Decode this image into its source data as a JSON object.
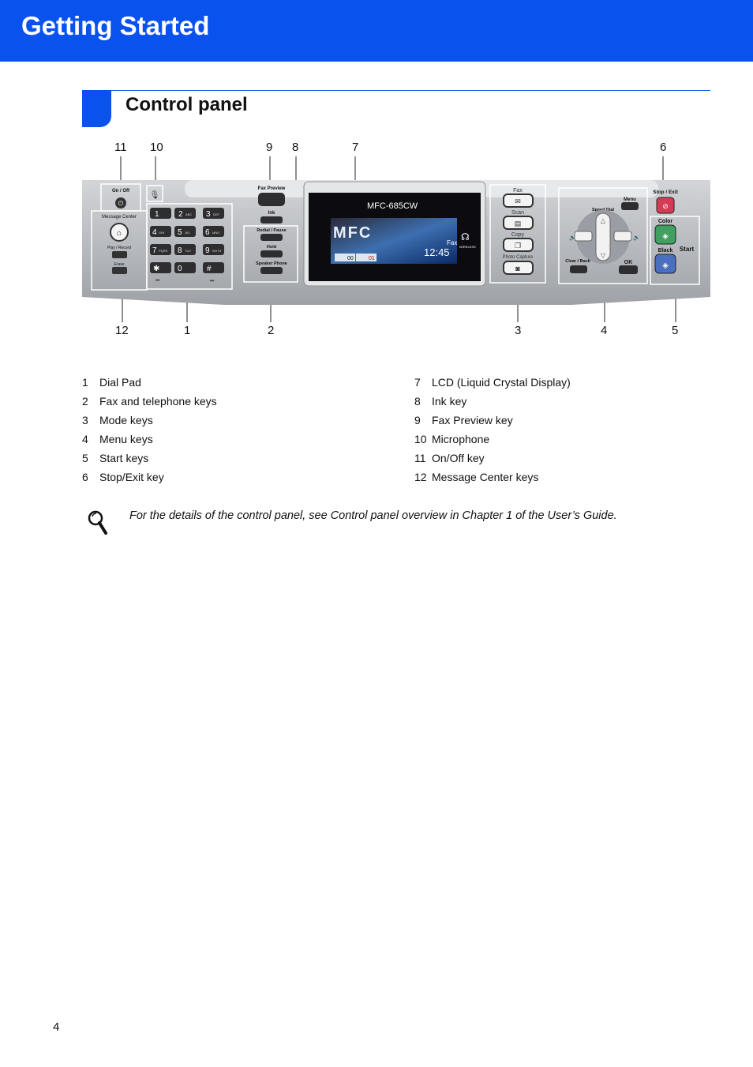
{
  "header": {
    "title": "Getting Started"
  },
  "section": {
    "title": "Control panel"
  },
  "callouts_top": [
    "11",
    "10",
    "9",
    "8",
    "7",
    "6"
  ],
  "callouts_bottom": [
    "12",
    "1",
    "2",
    "3",
    "4",
    "5"
  ],
  "panel": {
    "on_off": "On / Off",
    "message_center": "Message Center",
    "play_record": "Play / Record",
    "erase": "Erase",
    "fax_preview": "Fax Preview",
    "ink": "Ink",
    "redial_pause": "Redial / Pause",
    "hold": "Hold",
    "speaker_phone": "Speaker Phone",
    "model": "MFC-685CW",
    "lcd_brand": "MFC",
    "lcd_fax": "Fax",
    "lcd_time": "12:45",
    "lcd_wireless": "WIRELESS",
    "lcd_count1": "00",
    "lcd_count2": "01",
    "mode_fax": "Fax",
    "mode_scan": "Scan",
    "mode_copy": "Copy",
    "mode_photo": "Photo Capture",
    "menu": "Menu",
    "speed_dial": "Speed Dial",
    "clear_back": "Clear / Back",
    "ok": "OK",
    "stop_exit": "Stop / Exit",
    "color": "Color",
    "black": "Black",
    "start": "Start",
    "keys": [
      {
        "digit": "1",
        "letters": ""
      },
      {
        "digit": "2",
        "letters": "ABC"
      },
      {
        "digit": "3",
        "letters": "DEF"
      },
      {
        "digit": "4",
        "letters": "GHI"
      },
      {
        "digit": "5",
        "letters": "JKL"
      },
      {
        "digit": "6",
        "letters": "MNO"
      },
      {
        "digit": "7",
        "letters": "PQRS"
      },
      {
        "digit": "8",
        "letters": "TUV"
      },
      {
        "digit": "9",
        "letters": "WXYZ"
      },
      {
        "digit": "✱",
        "letters": ""
      },
      {
        "digit": "0",
        "letters": ""
      },
      {
        "digit": "#",
        "letters": ""
      }
    ]
  },
  "legend_left": [
    {
      "num": "1",
      "label": "Dial Pad"
    },
    {
      "num": "2",
      "label": "Fax and telephone keys"
    },
    {
      "num": "3",
      "label": "Mode keys"
    },
    {
      "num": "4",
      "label": "Menu keys"
    },
    {
      "num": "5",
      "label": "Start keys"
    },
    {
      "num": "6",
      "label": "Stop/Exit key"
    }
  ],
  "legend_right": [
    {
      "num": "7",
      "label": "LCD (Liquid Crystal Display)"
    },
    {
      "num": "8",
      "label": "Ink key"
    },
    {
      "num": "9",
      "label": "Fax Preview key"
    },
    {
      "num": "10",
      "label": "Microphone"
    },
    {
      "num": "11",
      "label": "On/Off key"
    },
    {
      "num": "12",
      "label": "Message Center keys"
    }
  ],
  "note": {
    "text": "For the details of the control panel, see Control panel overview in Chapter 1 of the User’s Guide.",
    "icon": "magnifier-icon"
  },
  "page_number": "4",
  "colors": {
    "brand_blue": "#0a52ee",
    "panel_gray": "#b9bcc0"
  }
}
